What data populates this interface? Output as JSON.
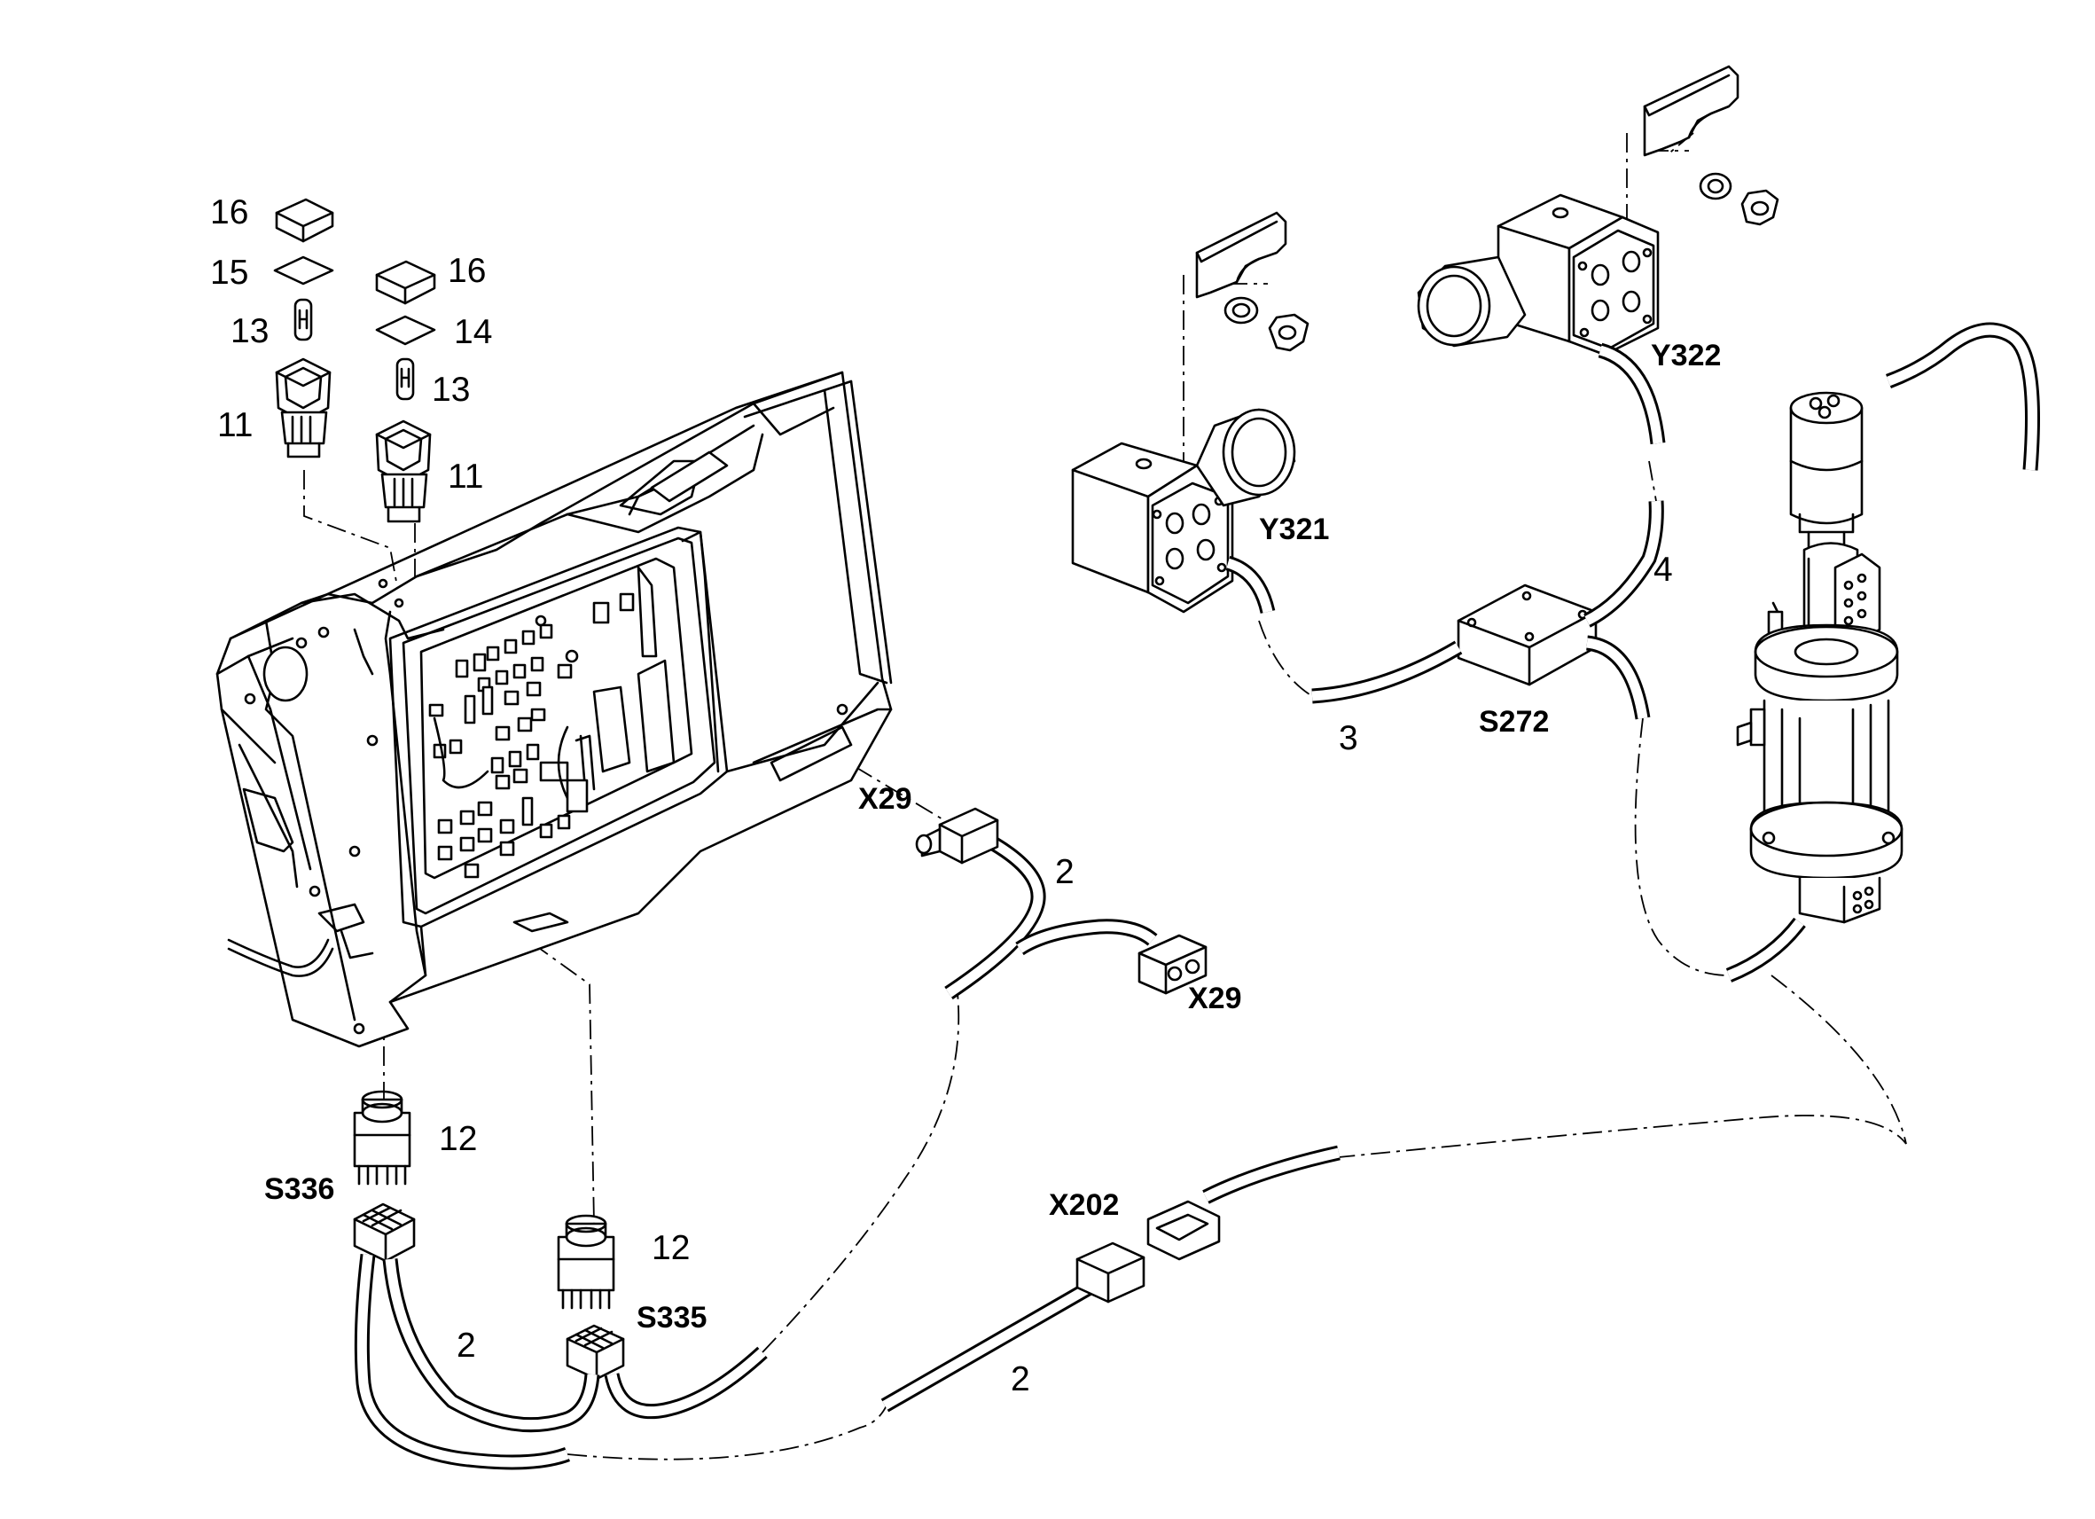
{
  "labels": {
    "part_16a": "16",
    "part_15": "15",
    "part_13a": "13",
    "part_11a": "11",
    "part_16b": "16",
    "part_14": "14",
    "part_13b": "13",
    "part_11b": "11",
    "part_12a": "12",
    "part_12b": "12",
    "part_2a": "2",
    "part_2b": "2",
    "part_2c": "2",
    "part_3": "3",
    "part_4": "4",
    "x29_top": "X29",
    "x29_bottom": "X29",
    "x202": "X202",
    "s336": "S336",
    "s335": "S335",
    "s272": "S272",
    "y321": "Y321",
    "y322": "Y322"
  }
}
